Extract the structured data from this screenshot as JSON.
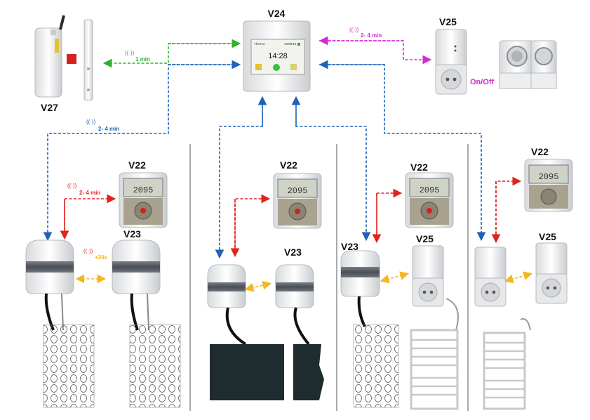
{
  "devices": {
    "v24": "V24",
    "v25": "V25",
    "v27": "V27",
    "v22": "V22",
    "v23": "V23"
  },
  "thermostat_screen": {
    "brand": "Thermo",
    "date": "10/06/14",
    "time": "14:28"
  },
  "v22_display": "2095",
  "timings": {
    "green_1min": "1 min",
    "magenta_2_4": "2- 4 min",
    "blue_2_4": "2- 4 min",
    "red_2_4": "2- 4 min",
    "yellow_20s": "+20s"
  },
  "appliance_label": "On/Off",
  "colors": {
    "green": "#2db32d",
    "blue": "#1f63b8",
    "red": "#e0231f",
    "magenta": "#d22bd2",
    "yellow": "#f2b81c",
    "divider": "#555555"
  },
  "icons": [
    "wireless-signal-icon",
    "green-status-light-icon",
    "lock-icon"
  ]
}
